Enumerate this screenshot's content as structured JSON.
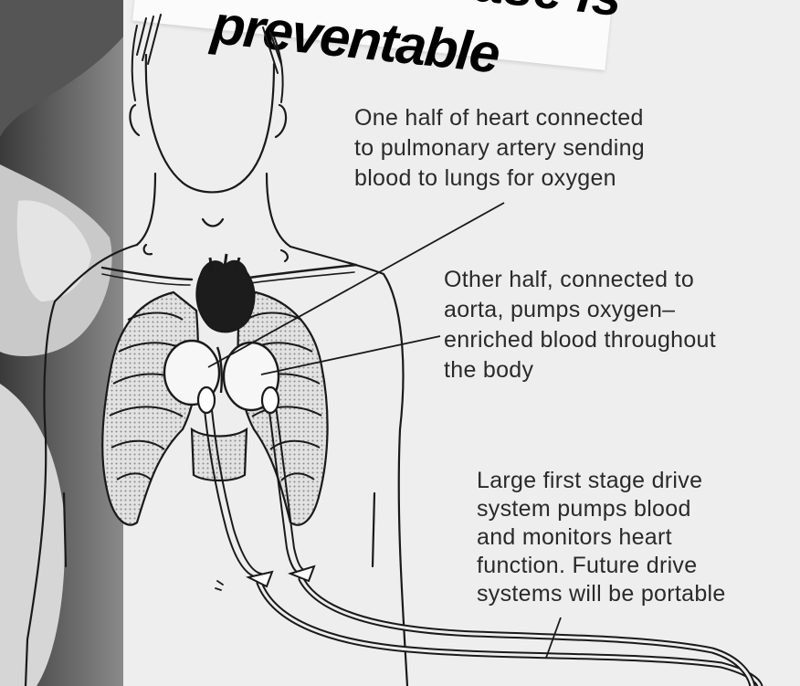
{
  "headline": {
    "line_top_fragment": "ase is",
    "line_main": "preventable"
  },
  "captions": {
    "pulmonary": "One half of heart connected\nto pulmonary artery sending\nblood to lungs for oxygen",
    "aorta": "Other half, connected to\naorta, pumps oxygen–\nenriched blood throughout\nthe body",
    "drive_system": "Large first stage drive\nsystem pumps blood\nand monitors heart\nfunction. Future drive\nsystems will be portable"
  },
  "colors": {
    "paper": "#efeeee",
    "ink": "#1a1a1a",
    "stipple": "#bdbdbd",
    "headline_bg": "#fbfbfb"
  }
}
